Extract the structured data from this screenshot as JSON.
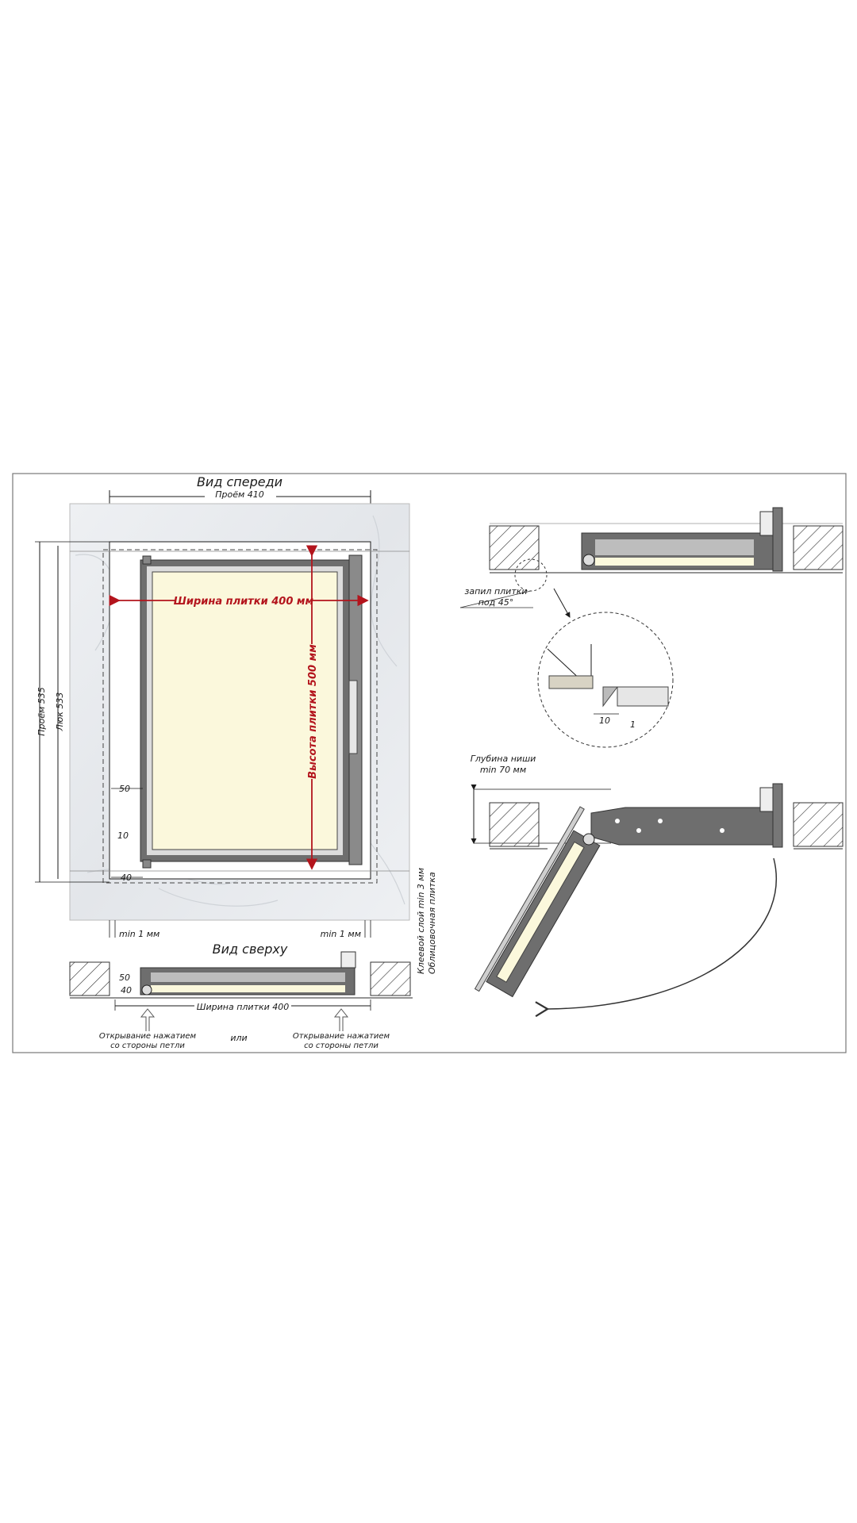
{
  "front_view": {
    "title": "Вид спереди",
    "opening_width": "Проём 410",
    "opening_height": "Проём 535",
    "hatch_height": "Люк 533",
    "tile_width": "Ширина плитки 400 мм",
    "tile_height": "Высота плитки 500 мм",
    "dim_50": "50",
    "dim_10": "10",
    "dim_40": "40",
    "min_gap_left": "min 1 мм",
    "min_gap_right": "min 1 мм",
    "adhesive_layer": "Клеевой слой min 3 мм",
    "facing_tile": "Облицовочная плитка"
  },
  "top_view": {
    "title": "Вид сверху",
    "dim_50": "50",
    "dim_40": "40",
    "tile_width": "Ширина плитки 400",
    "open_left_line1": "Открывание нажатием",
    "open_left_line2": "со стороны петли",
    "or": "или",
    "open_right_line1": "Открывание нажатием",
    "open_right_line2": "со стороны петли"
  },
  "section_view": {
    "cut_line1": "запил плитки",
    "cut_line2": "под 45°",
    "detail_10": "10",
    "detail_1": "1"
  },
  "open_view": {
    "niche_line1": "Глубина ниши",
    "niche_line2": "min 70 мм"
  },
  "colors": {
    "frame": "#6e6e6e",
    "tile_face": "#fbf8dc",
    "dimension_red": "#b3141c",
    "line": "#1a1a1a"
  }
}
